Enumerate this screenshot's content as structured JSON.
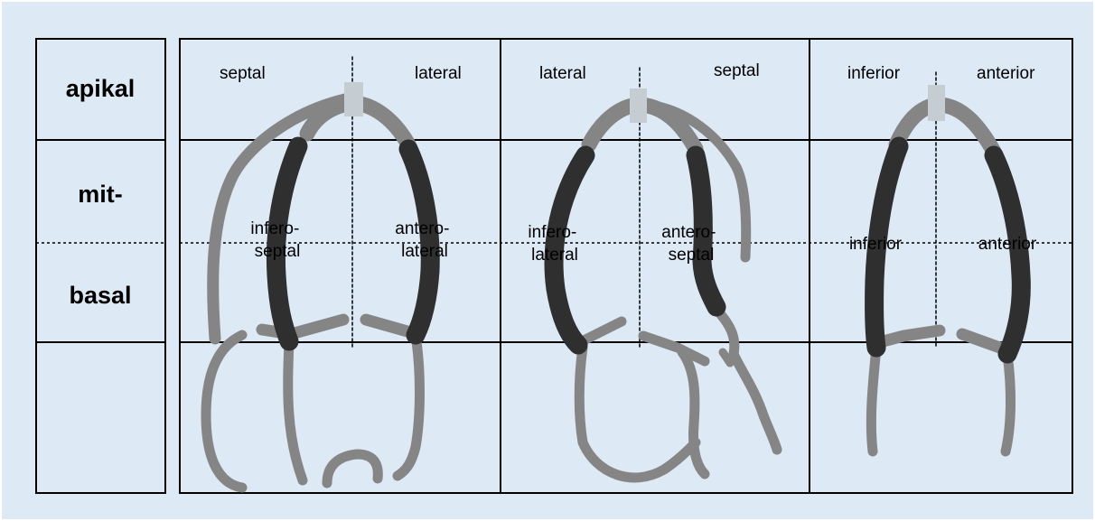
{
  "row_labels": {
    "apical": "apikal",
    "mid": "mit-",
    "basal": "basal"
  },
  "panels": [
    {
      "wall_left": "septal",
      "wall_right": "lateral",
      "segment_left": [
        "infero-",
        "septal"
      ],
      "segment_right": [
        "antero-",
        "lateral"
      ]
    },
    {
      "wall_left": "lateral",
      "wall_right": "septal",
      "segment_left": [
        "infero-",
        "lateral"
      ],
      "segment_right": [
        "antero-",
        "septal"
      ]
    },
    {
      "wall_left": "inferior",
      "wall_right": "anterior",
      "segment_left": [
        "inferior"
      ],
      "segment_right": [
        "anterior"
      ]
    }
  ],
  "colors": {
    "background": "#dde9f5",
    "grid_line": "#000000",
    "myocardium_gray": "#858585",
    "highlight_segment": "#2f2f2f",
    "apex_cap": "#c5cdd3"
  }
}
